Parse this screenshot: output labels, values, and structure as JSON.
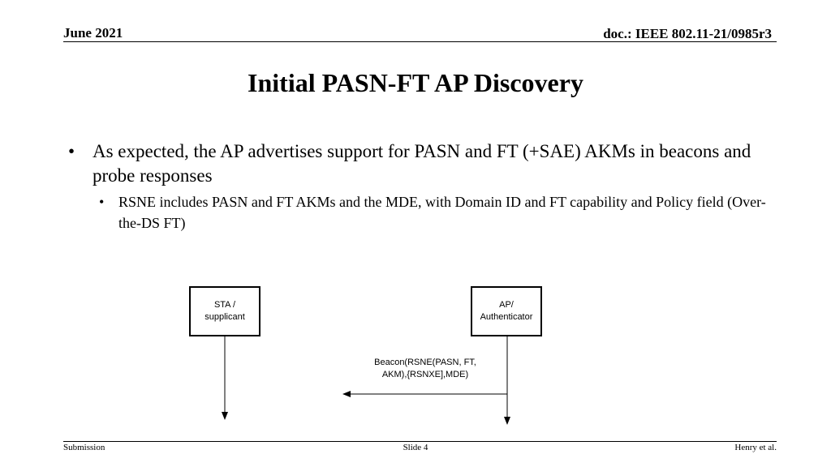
{
  "header": {
    "date": "June 2021",
    "doc": "doc.: IEEE 802.11-21/0985r3"
  },
  "title": "Initial PASN-FT AP Discovery",
  "bullets": [
    {
      "text": "As expected, the AP advertises support for PASN and FT (+SAE) AKMs in beacons and probe responses",
      "sub": [
        "RSNE includes PASN and FT AKMs and the MDE, with Domain ID and FT capability and Policy field (Over-the-DS FT)"
      ]
    }
  ],
  "bullet_glyph": "•",
  "diagram": {
    "sta": {
      "line1": "STA /",
      "line2": "supplicant"
    },
    "ap": {
      "line1": "AP/",
      "line2": "Authenticator"
    },
    "message": {
      "line1": "Beacon(RSNE(PASN, FT,",
      "line2": "AKM),{RSNXE],MDE)"
    }
  },
  "footer": {
    "left": "Submission",
    "center": "Slide 4",
    "right": "Henry et al."
  }
}
